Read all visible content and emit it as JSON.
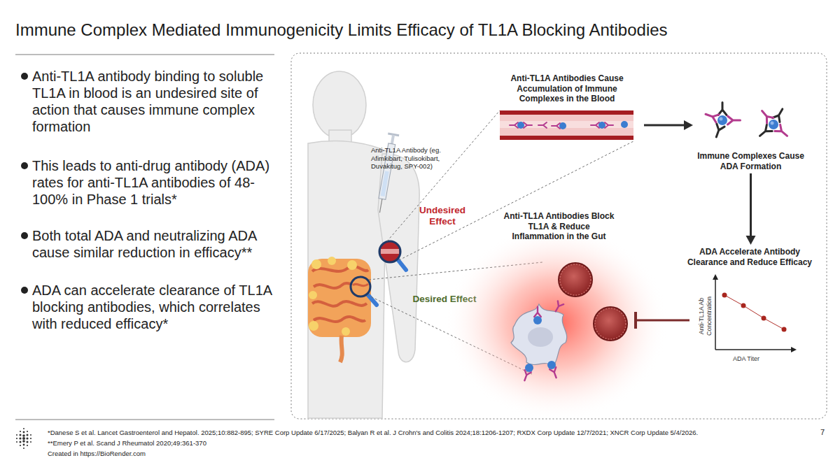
{
  "diagram": {
    "title": "Immune Complex Mediated Immunogenicity Limits Efficacy of TL1A Blocking Antibodies",
    "nodes": [
      {
        "text": [
          "Anti-TL1A Antibodies Cause Accumulation of Immune Complexes in the Blood"
        ]
      },
      {
        "text": [
          "Immune Complexes Cause ADA Formation"
        ]
      },
      {
        "text": [
          "ADA Accelerate Antibody Clearance and Reduce Efficacy",
          "Anti-TL1A Ab Concentration",
          "ADA Titer"
        ]
      },
      {
        "text": [
          "Anti-TL1A Antibodies Block TL1A & Reduce Inflammation in the Gut"
        ]
      }
    ],
    "edges": [
      {
        "from": 0,
        "to": 1,
        "arrow": "to"
      },
      {
        "from": 1,
        "to": 2,
        "arrow": "to"
      },
      {
        "from": 2,
        "to": 3,
        "arrow": "to"
      }
    ],
    "labels": [
      "Anti-TL1A antibody binding to soluble TL1A in blood is an undesired site of action that causes immune complex formation",
      "This leads to anti-drug antibody (ADA) rates for anti-TL1A antibodies of 48-100% in Phase 1 trials*",
      "Both total ADA and neutralizing ADA cause similar reduction in efficacy**",
      "ADA can accelerate clearance of TL1A blocking antibodies, which correlates with reduced efficacy*",
      "Anti-TL1A Antibody (eg. Afimkibart, Tulisokibart, Duvakitug, SPY-002)",
      "Undesired Effect",
      "Desired Effect",
      "*Danese S et al. Lancet Gastroenterol and Hepatol. 2025;10:882-895; SYRE Corp Update 6/17/2025; Balyan R et al. J Crohn's and Colitis 2024;18:1206-1207; RXDX Corp Update 12/7/2021; XNCR Corp Update 5/4/2026.",
      "**Emery P et al. Scand J Rheumatol 2020;49:361-370",
      "Created in https://BioRender.com",
      "7"
    ]
  }
}
